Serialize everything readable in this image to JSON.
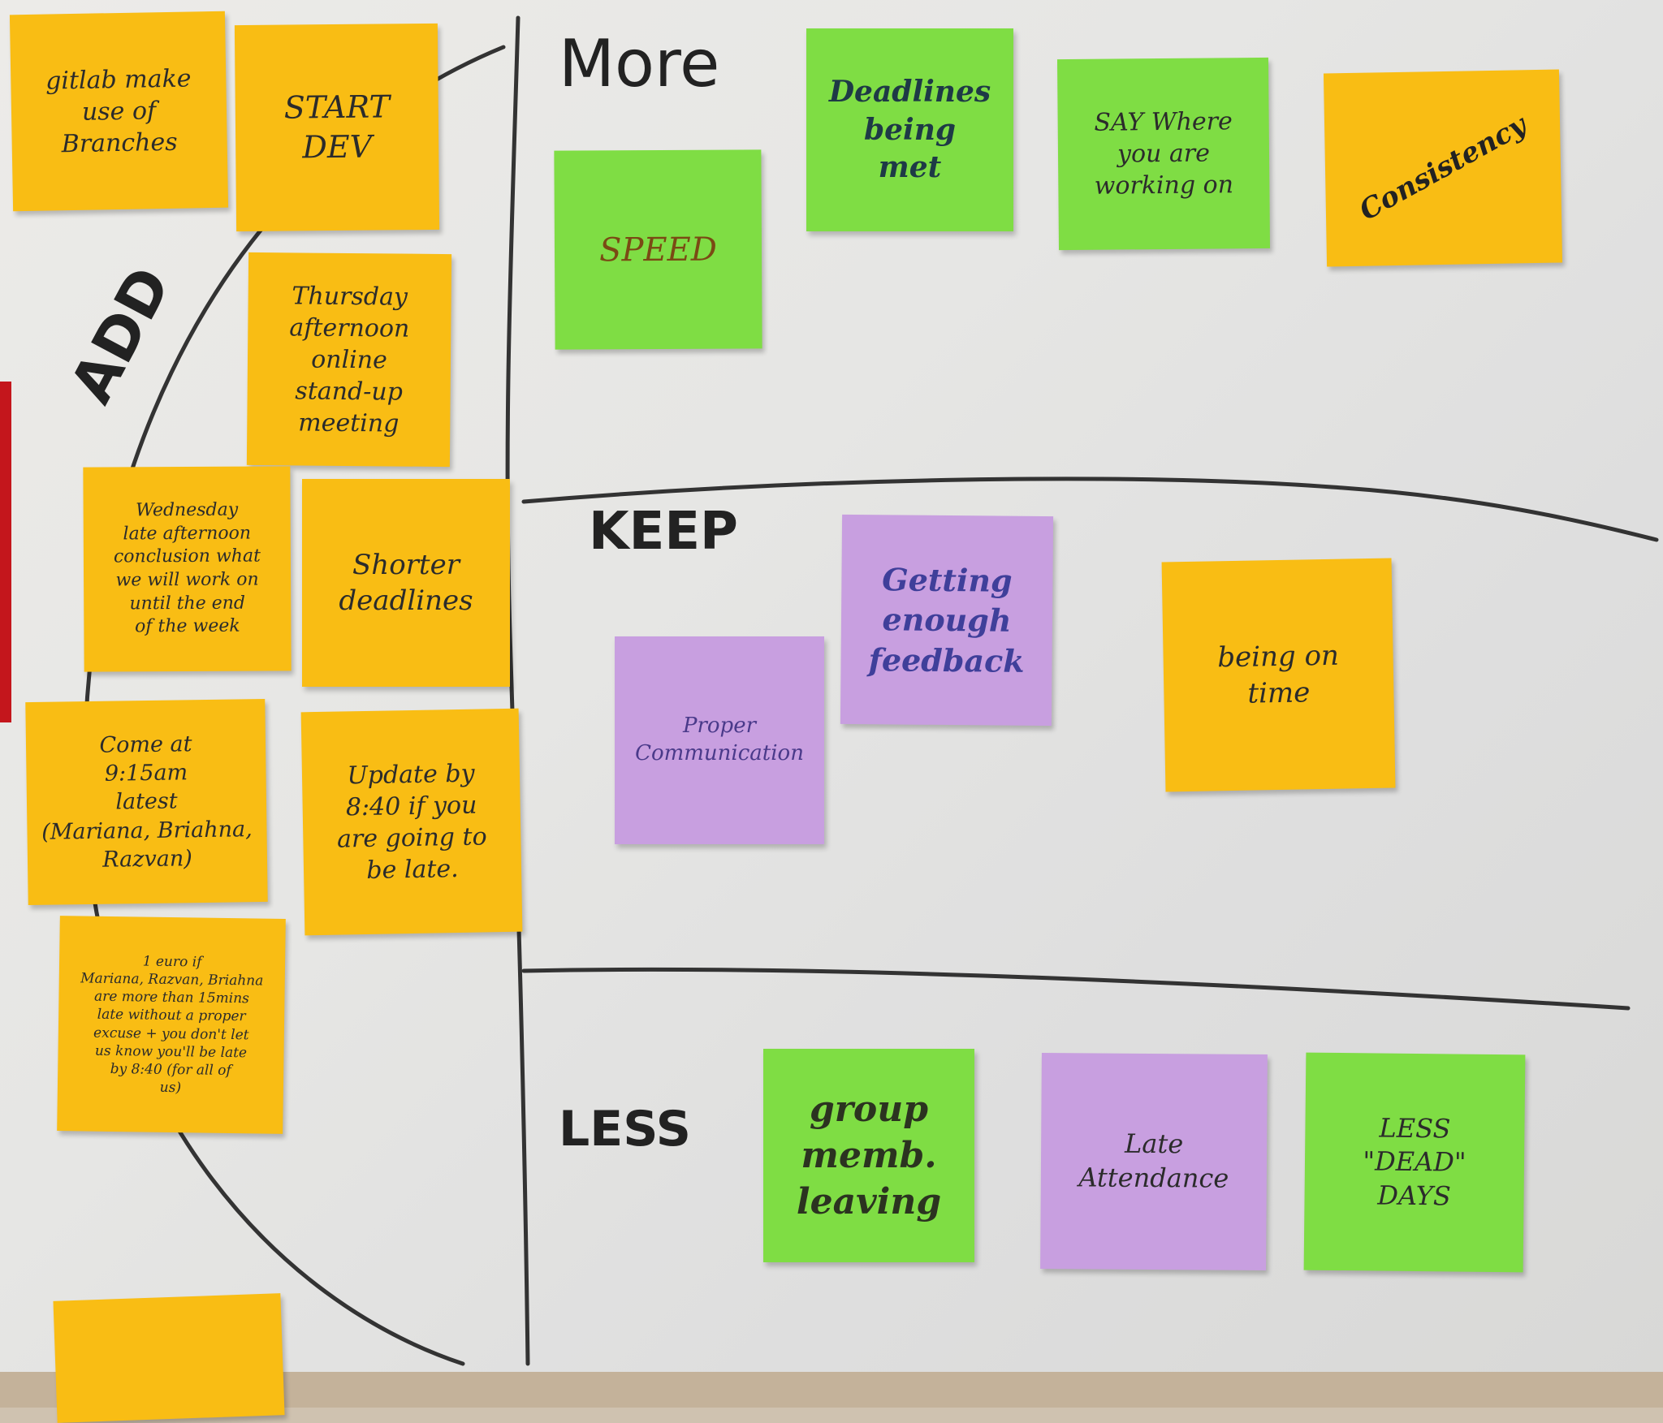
{
  "colors": {
    "orange": "#f9bd14",
    "green": "#7fdd44",
    "purple": "#c89fe0",
    "marker": "#333333"
  },
  "headings": {
    "add": "ADD",
    "more": "More",
    "keep": "KEEP",
    "less": "LESS"
  },
  "add_notes": [
    {
      "text": "gitlab make\nuse of\nBranches",
      "color": "orange"
    },
    {
      "text": "START\nDEV",
      "color": "orange"
    },
    {
      "text": "Thursday afternoon\nonline\nstand-up\nmeeting",
      "color": "orange"
    },
    {
      "text": "Wednesday\nlate afternoon\nconclusion what\nwe will work on\nuntil the end\nof the week",
      "color": "orange"
    },
    {
      "text": "Shorter\ndeadlines",
      "color": "orange"
    },
    {
      "text": "Come at\n9:15am\nlatest\n(Mariana, Briahna,\nRazvan)",
      "color": "orange"
    },
    {
      "text": "Update by\n8:40 if you\nare going to\nbe late.",
      "color": "orange"
    },
    {
      "text": "1 euro if\nMariana, Razvan, Briahna\nare more than 15mins\nlate without a proper\nexcuse + you don't let\nus know you'll be late\nby 8:40 (for all of\nus)",
      "color": "orange"
    },
    {
      "text": "",
      "color": "orange"
    }
  ],
  "more_notes": [
    {
      "text": "SPEED",
      "color": "green"
    },
    {
      "text": "Deadlines\nbeing\nmet",
      "color": "green"
    },
    {
      "text": "SAY Where\nyou are\nworking on",
      "color": "green"
    },
    {
      "text": "Consistency",
      "color": "orange"
    }
  ],
  "keep_notes": [
    {
      "text": "Getting\nenough\nfeedback",
      "color": "purple"
    },
    {
      "text": "Proper\nCommunication",
      "color": "purple"
    },
    {
      "text": "being on\ntime",
      "color": "orange"
    }
  ],
  "less_notes": [
    {
      "text": "group\nmemb.\nleaving",
      "color": "green"
    },
    {
      "text": "Late\nAttendance",
      "color": "purple"
    },
    {
      "text": "LESS\n\"DEAD\"\nDAYS",
      "color": "green"
    }
  ]
}
